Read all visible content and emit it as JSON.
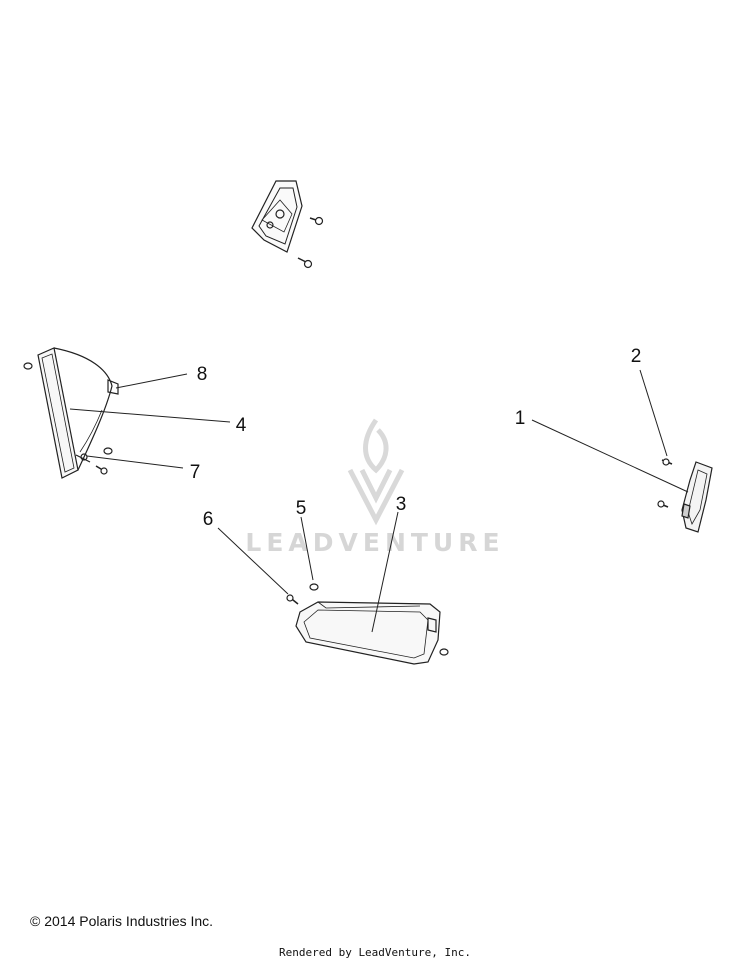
{
  "watermark": {
    "text": "LEADVENTURE"
  },
  "callouts": {
    "c1": "1",
    "c2": "2",
    "c3": "3",
    "c4": "4",
    "c5": "5",
    "c6": "6",
    "c7": "7",
    "c8": "8"
  },
  "footer": {
    "copyright": "© 2014 Polaris Industries Inc.",
    "rendered_by": "Rendered by LeadVenture, Inc."
  }
}
